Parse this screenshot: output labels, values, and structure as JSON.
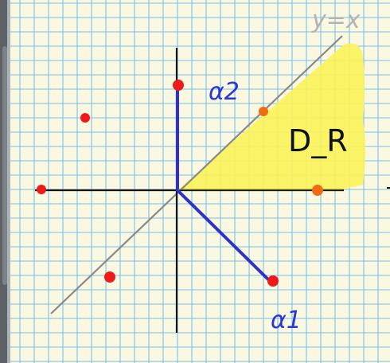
{
  "labels": {
    "line_label": "y=x",
    "alpha2": "α2",
    "alpha1": "α1",
    "region": "D_R"
  },
  "colors": {
    "paper": "#fbf8e1",
    "grid": "#79c1ec",
    "axis": "#141414",
    "diagonal": "#8a8a8a",
    "roots": "#2f32c8",
    "region_fill": "#fbf35a",
    "dots": "#ee1a1a",
    "orange_dots": "#f06b12",
    "handwriting_blue": "#2835d8",
    "handwriting_black": "#111111"
  }
}
